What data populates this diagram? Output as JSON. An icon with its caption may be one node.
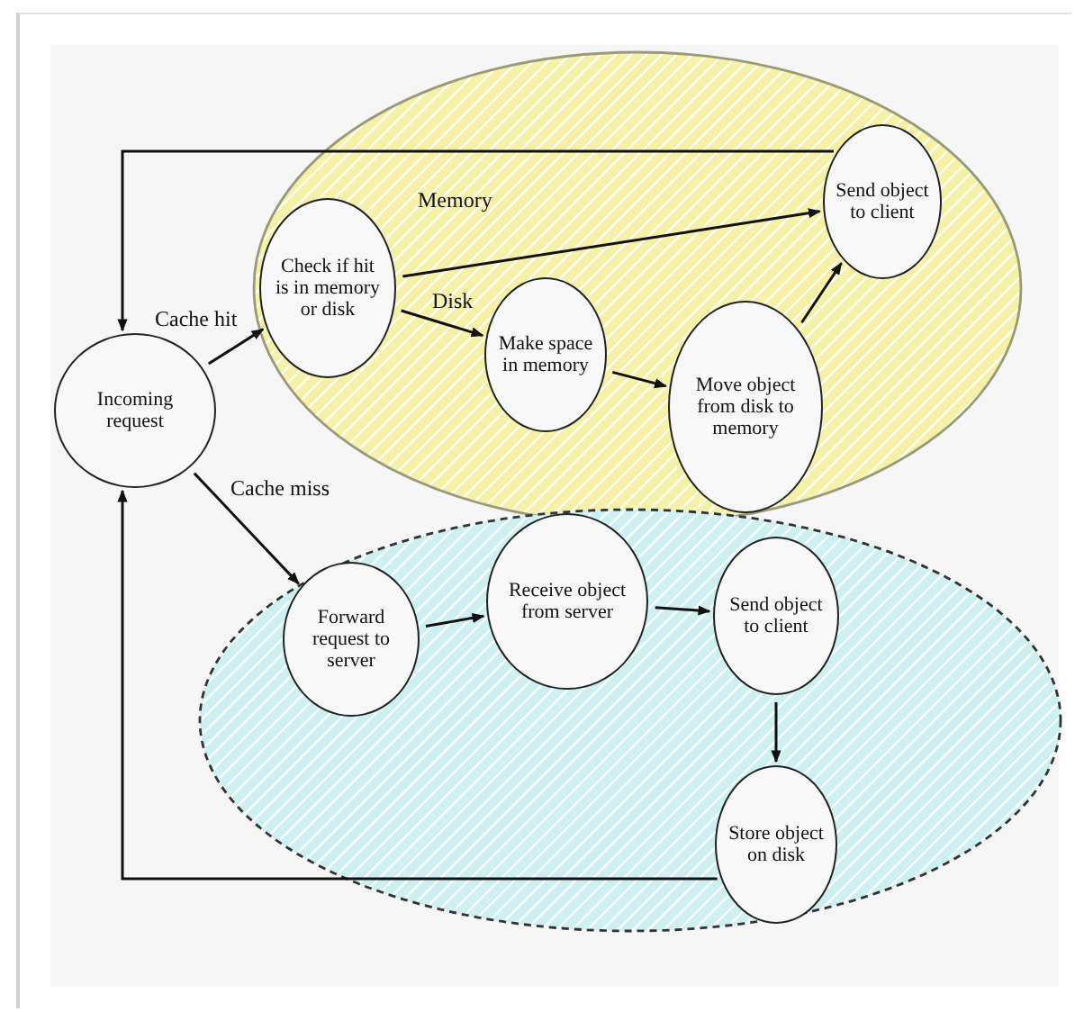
{
  "diagram": {
    "nodes": [
      {
        "text": [
          "Incoming request"
        ]
      },
      {
        "text": [],
        "shape": "ellipse"
      },
      {
        "text": [
          "Check if hit is in memory or disk"
        ],
        "in": 1
      },
      {
        "text": [
          "Send object to client"
        ],
        "in": 1
      },
      {
        "text": [
          "Make space in memory"
        ],
        "in": 1
      },
      {
        "text": [
          "Move object from disk to memory"
        ],
        "in": 1
      },
      {
        "text": [],
        "shape": "ellipse"
      },
      {
        "text": [
          "Forward request to server"
        ],
        "in": 6
      },
      {
        "text": [
          "Receive object from server"
        ],
        "in": 6
      },
      {
        "text": [
          "Send object to client"
        ],
        "in": 6
      },
      {
        "text": [
          "Store object on disk"
        ],
        "in": 6
      }
    ],
    "edges": [
      {
        "from": 0,
        "to": 2,
        "arrow": "to",
        "label": "Cache hit"
      },
      {
        "from": 2,
        "to": 3,
        "arrow": "to",
        "label": "Memory"
      },
      {
        "from": 2,
        "to": 4,
        "arrow": "to",
        "label": "Disk"
      },
      {
        "from": 4,
        "to": 5,
        "arrow": "to"
      },
      {
        "from": 5,
        "to": 3,
        "arrow": "to"
      },
      {
        "from": 3,
        "to": 0,
        "arrow": "to"
      },
      {
        "from": 0,
        "to": 7,
        "arrow": "to",
        "label": "Cache miss"
      },
      {
        "from": 7,
        "to": 8,
        "arrow": "to"
      },
      {
        "from": 8,
        "to": 9,
        "arrow": "to"
      },
      {
        "from": 9,
        "to": 10,
        "arrow": "to"
      },
      {
        "from": 10,
        "to": 0,
        "arrow": "to"
      }
    ]
  }
}
